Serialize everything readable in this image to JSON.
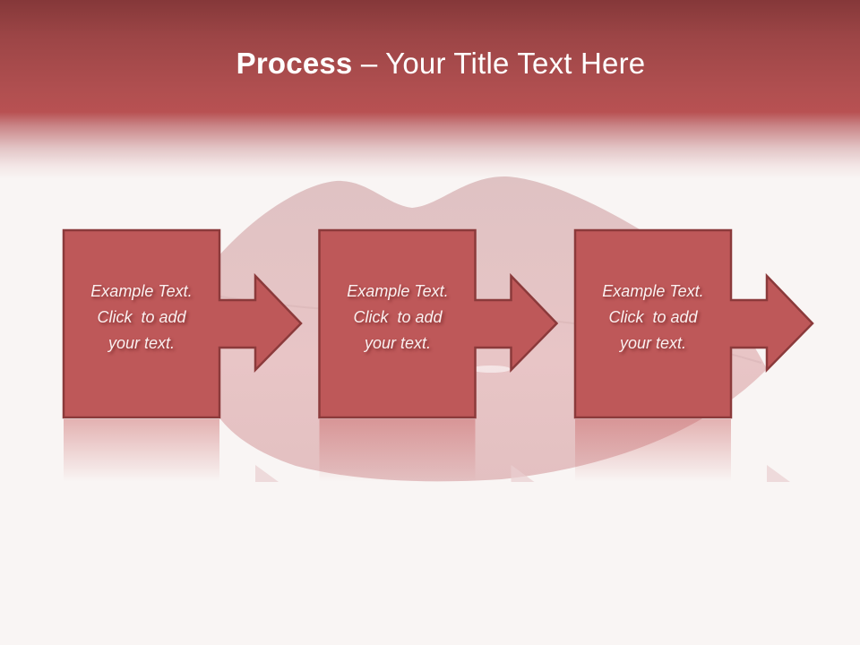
{
  "slide": {
    "title_bold": "Process",
    "title_rest": " – Your Title Text Here"
  },
  "colors": {
    "header_top": "#853839",
    "header_bottom": "#b85152",
    "background": "#f9f5f4",
    "shape_fill": "#be5859",
    "shape_border": "#8b3a3b",
    "lips_tint": "#e4c3c4"
  },
  "steps": [
    {
      "line1": "Example Text.",
      "line2": "Click  to add",
      "line3": "your text."
    },
    {
      "line1": "Example Text.",
      "line2": "Click  to add",
      "line3": "your text."
    },
    {
      "line1": "Example Text.",
      "line2": "Click  to add",
      "line3": "your text."
    }
  ]
}
